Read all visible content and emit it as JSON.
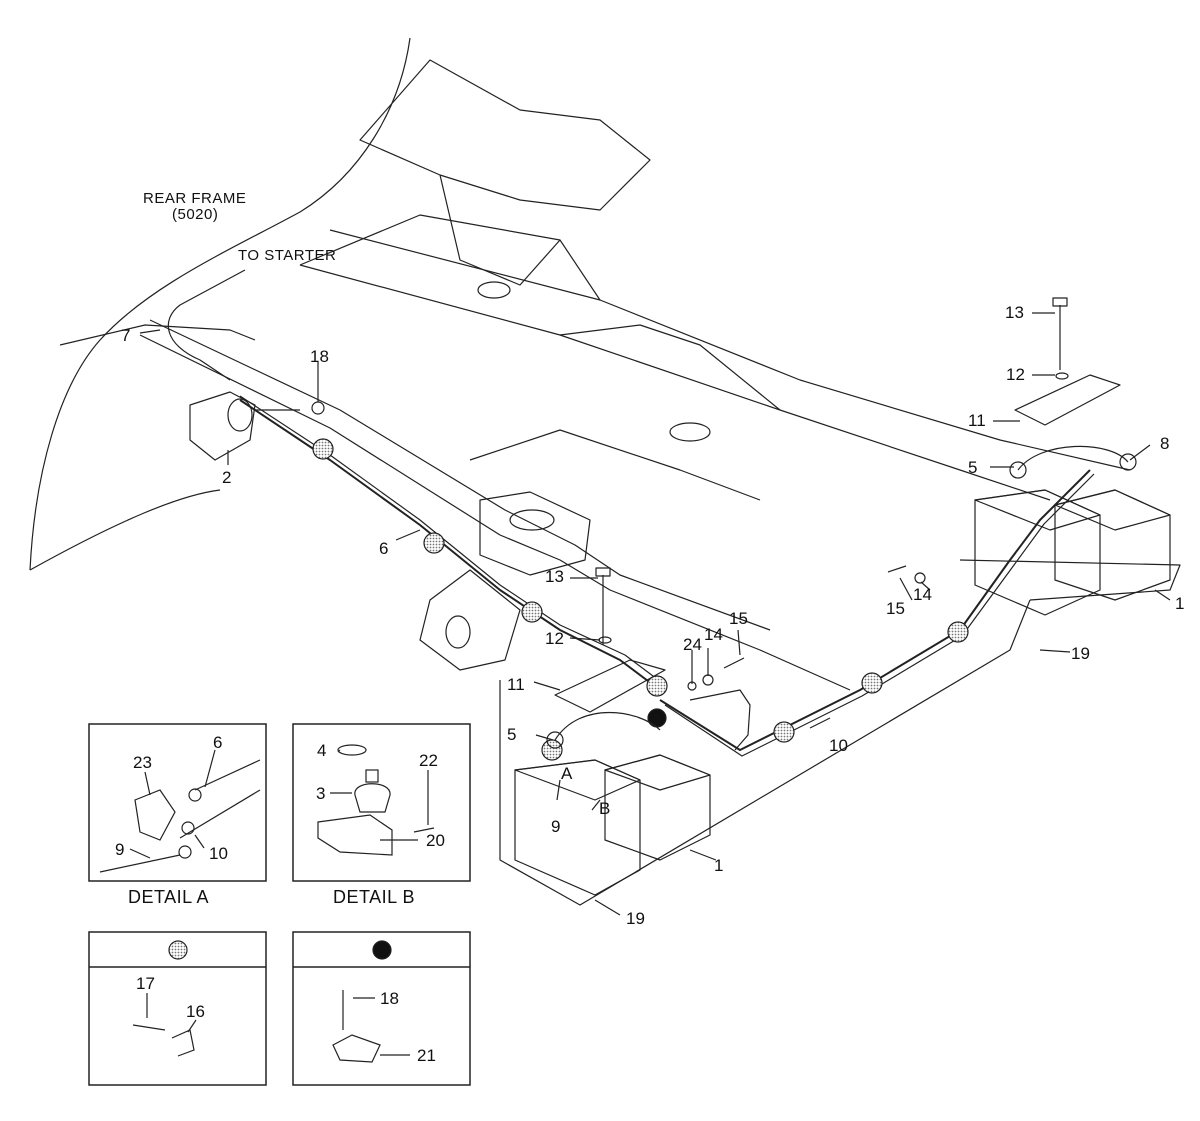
{
  "frame_label": {
    "line1": "REAR FRAME",
    "line2": "(5020)"
  },
  "starter_label": "TO STARTER",
  "main_callouts": {
    "c13a": "13",
    "c12a": "12",
    "c11a": "11",
    "c5a": "5",
    "c8": "8",
    "c1a": "1",
    "c15a": "15",
    "c14a": "14",
    "c19a": "19",
    "c7": "7",
    "c18": "18",
    "c2": "2",
    "c6": "6",
    "c13b": "13",
    "c12b": "12",
    "c11b": "11",
    "c24": "24",
    "c14b": "14",
    "c15b": "15",
    "c10": "10",
    "c5b": "5",
    "cA": "A",
    "c9": "9",
    "cB": "B",
    "c1b": "1",
    "c19b": "19"
  },
  "detail_a": {
    "caption": "DETAIL A",
    "c23": "23",
    "c6": "6",
    "c9": "9",
    "c10": "10"
  },
  "detail_b": {
    "caption": "DETAIL B",
    "c4": "4",
    "c22": "22",
    "c3": "3",
    "c20": "20"
  },
  "legend_dotted": {
    "c17": "17",
    "c16": "16"
  },
  "legend_black": {
    "c18": "18",
    "c21": "21"
  },
  "colors": {
    "line": "#222222",
    "stipple": "#9a9a9a",
    "paper": "#ffffff"
  }
}
